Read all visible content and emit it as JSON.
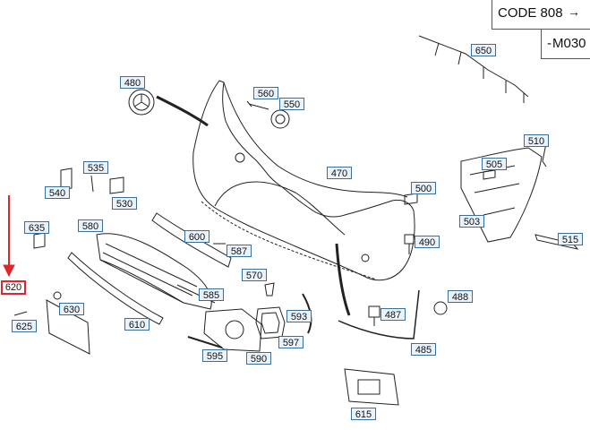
{
  "code_boxes": {
    "code_label": "CODE 808",
    "code_suffix": "M030"
  },
  "callouts": [
    {
      "id": "480",
      "label": "480",
      "highlight": false
    },
    {
      "id": "560",
      "label": "560",
      "highlight": false
    },
    {
      "id": "550",
      "label": "550",
      "highlight": false
    },
    {
      "id": "650",
      "label": "650",
      "highlight": false
    },
    {
      "id": "510",
      "label": "510",
      "highlight": false
    },
    {
      "id": "535",
      "label": "535",
      "highlight": false
    },
    {
      "id": "540",
      "label": "540",
      "highlight": false
    },
    {
      "id": "530",
      "label": "530",
      "highlight": false
    },
    {
      "id": "470",
      "label": "470",
      "highlight": false
    },
    {
      "id": "505",
      "label": "505",
      "highlight": false
    },
    {
      "id": "500",
      "label": "500",
      "highlight": false
    },
    {
      "id": "635",
      "label": "635",
      "highlight": false
    },
    {
      "id": "580",
      "label": "580",
      "highlight": false
    },
    {
      "id": "600",
      "label": "600",
      "highlight": false
    },
    {
      "id": "587",
      "label": "587",
      "highlight": false
    },
    {
      "id": "503",
      "label": "503",
      "highlight": false
    },
    {
      "id": "490",
      "label": "490",
      "highlight": false
    },
    {
      "id": "515",
      "label": "515",
      "highlight": false
    },
    {
      "id": "570",
      "label": "570",
      "highlight": false
    },
    {
      "id": "620",
      "label": "620",
      "highlight": true
    },
    {
      "id": "585",
      "label": "585",
      "highlight": false
    },
    {
      "id": "488",
      "label": "488",
      "highlight": false
    },
    {
      "id": "630",
      "label": "630",
      "highlight": false
    },
    {
      "id": "593",
      "label": "593",
      "highlight": false
    },
    {
      "id": "487",
      "label": "487",
      "highlight": false
    },
    {
      "id": "625",
      "label": "625",
      "highlight": false
    },
    {
      "id": "610",
      "label": "610",
      "highlight": false
    },
    {
      "id": "597",
      "label": "597",
      "highlight": false
    },
    {
      "id": "485",
      "label": "485",
      "highlight": false
    },
    {
      "id": "595",
      "label": "595",
      "highlight": false
    },
    {
      "id": "590",
      "label": "590",
      "highlight": false
    },
    {
      "id": "615",
      "label": "615",
      "highlight": false
    }
  ]
}
